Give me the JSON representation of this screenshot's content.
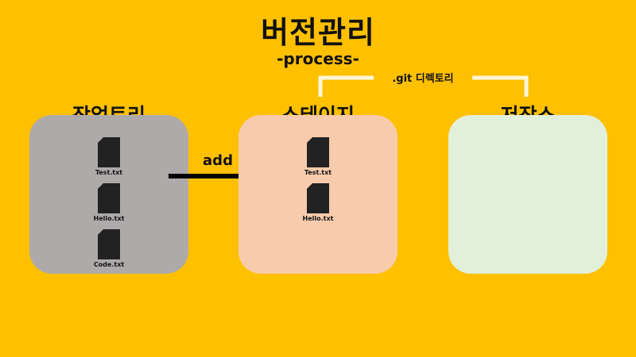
{
  "title": "버전관리",
  "subtitle": "-process-",
  "git_directory_label": ".git 디렉토리",
  "stages": {
    "working": {
      "label": "작업트리",
      "files": [
        "Test.txt",
        "Hello.txt",
        "Code.txt"
      ],
      "color": "#aeaaaa"
    },
    "staging": {
      "label": "스테이지",
      "files": [
        "Test.txt",
        "Hello.txt"
      ],
      "color": "#f8cbad"
    },
    "repository": {
      "label": "저장소",
      "files": [],
      "color": "#e2efda"
    }
  },
  "arrow": {
    "label": "add",
    "icon": "arrow-right-icon"
  },
  "file_icon": "document-icon",
  "background_color": "#ffc000"
}
